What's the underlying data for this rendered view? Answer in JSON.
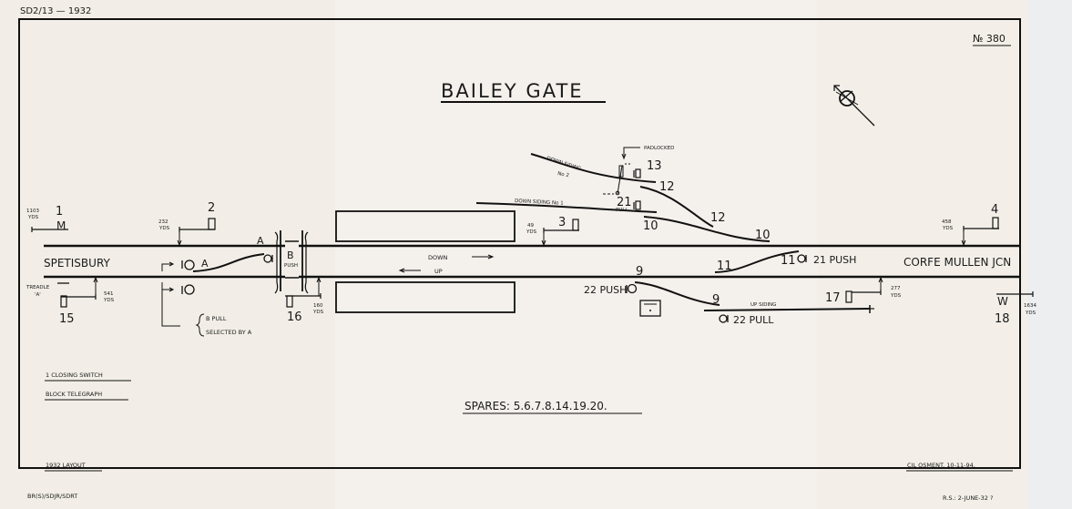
{
  "document": {
    "reference": "SD2/13 — 1932",
    "number": "№ 380",
    "title": "BAILEY GATE",
    "footer_left": "BR(S)/SDJR/SDRT",
    "footer_right": "R.S.: 2-JUNE-32 ?",
    "credit": "CJL OSMENT. 10-11-94.",
    "layout_note": "1932 LAYOUT",
    "notes": [
      "1 CLOSING SWITCH",
      "BLOCK TELEGRAPH"
    ],
    "spares": "SPARES: 5.6.7.8.14.19.20."
  },
  "stations": {
    "left": "SPETISBURY",
    "right": "CORFE MULLEN JCN"
  },
  "directions": {
    "down": "DOWN",
    "up": "UP"
  },
  "sidings": {
    "down_no2_a": "DOWN SIDING",
    "down_no2_b": "No 2",
    "down_no1": "DOWN SIDING No 1",
    "up": "UP SIDING",
    "padlocked": "PADLOCKED"
  },
  "signals": {
    "s1": "1",
    "s2": "2",
    "s3": "3",
    "s4": "4",
    "s13": "13",
    "s15": "15",
    "s16": "16",
    "s17": "17",
    "s18": "18",
    "s21_pull": "21",
    "pull": "PULL"
  },
  "points": {
    "p9a": "9",
    "p9b": "9",
    "p10a": "10",
    "p10b": "10",
    "p11a": "11",
    "p11b": "11",
    "p12a": "12",
    "p12b": "12",
    "p21push": "21 PUSH",
    "p22push": "22 PUSH",
    "p22pull": "22 PULL",
    "a1": "A",
    "a2": "A",
    "b": "B",
    "push": "PUSH",
    "b_pull": "B PULL",
    "selected": "SELECTED BY A"
  },
  "distances": {
    "d1103": "1103",
    "d232": "232",
    "d541": "541",
    "d160": "160",
    "d49": "49",
    "d458": "458",
    "d277": "277",
    "d1634": "1634",
    "yds": "YDS"
  },
  "treadle": {
    "label": "TREADLE",
    "id": "'A'"
  }
}
